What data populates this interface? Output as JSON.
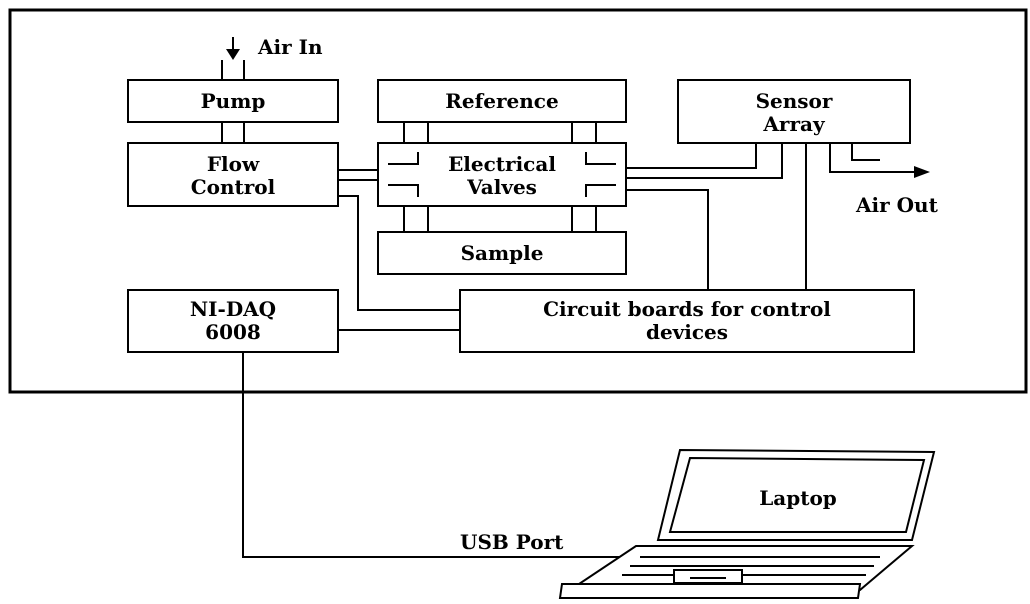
{
  "diagram": {
    "air_in": "Air In",
    "air_out": "Air Out",
    "pump": "Pump",
    "reference": "Reference",
    "sensor_array": [
      "Sensor",
      "Array"
    ],
    "flow_control": [
      "Flow",
      "Control"
    ],
    "electrical_valves": [
      "Electrical",
      "Valves"
    ],
    "sample": "Sample",
    "nidaq": [
      "NI-DAQ",
      "6008"
    ],
    "circuit_boards": [
      "Circuit boards for control",
      "devices"
    ],
    "laptop": "Laptop",
    "usb_port": "USB Port"
  }
}
